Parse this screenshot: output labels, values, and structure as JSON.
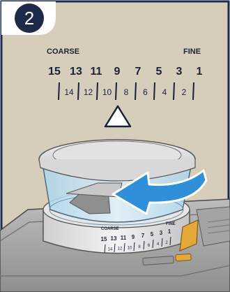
{
  "step": {
    "number": "2"
  },
  "scale": {
    "coarse_label": "COARSE",
    "fine_label": "FINE",
    "major": [
      "15",
      "13",
      "11",
      "9",
      "7",
      "5",
      "3",
      "1"
    ],
    "minor": [
      "14",
      "12",
      "10",
      "8",
      "6",
      "4",
      "2"
    ]
  },
  "dial_scale": {
    "coarse_label": "COARSE",
    "fine_label": "FINE",
    "major": [
      "15",
      "13",
      "11",
      "9",
      "7",
      "5",
      "3",
      "1"
    ],
    "minor": [
      "14",
      "12",
      "10",
      "8",
      "6",
      "4",
      "2"
    ]
  },
  "colors": {
    "frame": "#1e2a4a",
    "background": "#d7cdbb",
    "badge": "#1e2a4a",
    "arrow": "#2f8fd8",
    "hopper_blue": "#bfe0ef",
    "tab": "#e7a83a"
  },
  "icons": {
    "arrow": "rotate-arrow-icon",
    "pointer": "triangle-pointer-icon"
  }
}
